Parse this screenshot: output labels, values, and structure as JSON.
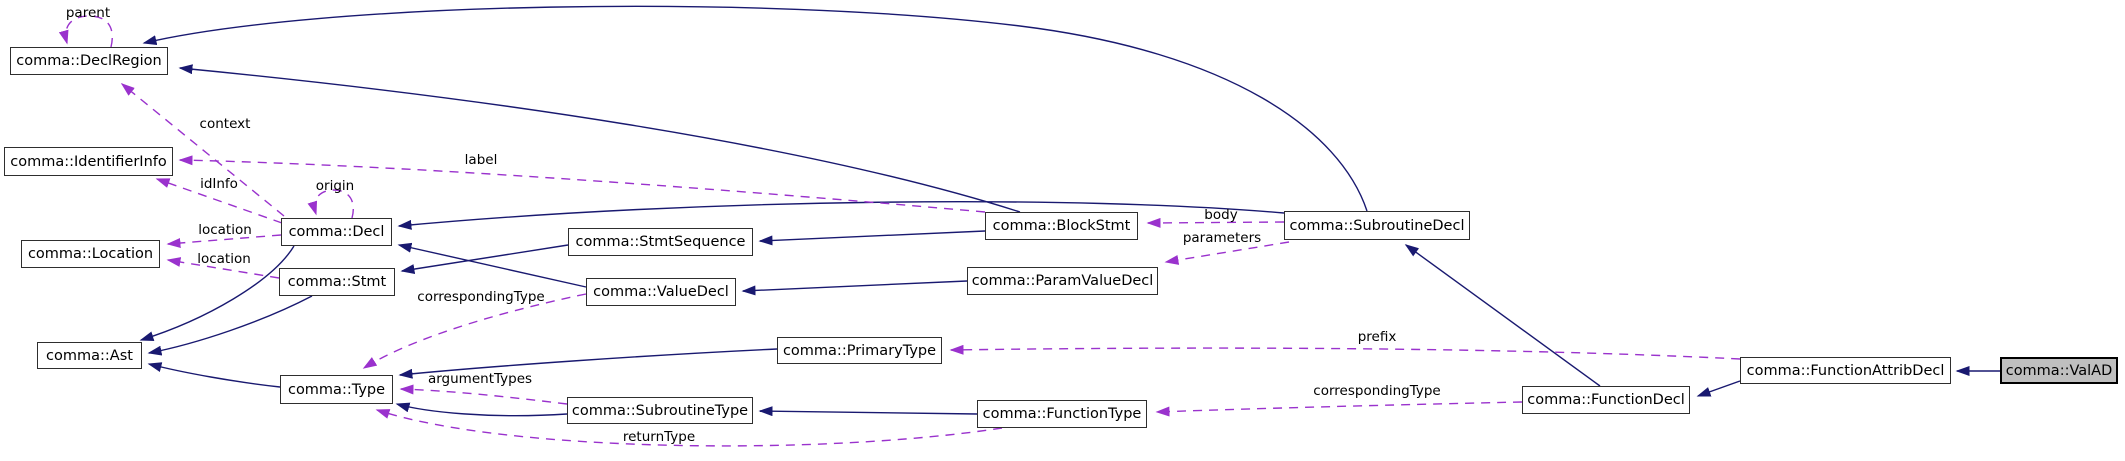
{
  "diagram": {
    "type": "doxygen-collaboration-graph",
    "highlighted_node": "comma::ValAD",
    "colors": {
      "background": "#ffffff",
      "inheritance_edge": "#191970",
      "usage_edge": "#9a32cd",
      "node_border": "#2e2e2e",
      "node_fill": "#ffffff",
      "highlight_fill": "#bfbfbf",
      "text": "#000000"
    },
    "nodes": [
      {
        "id": "declregion",
        "label": "comma::DeclRegion"
      },
      {
        "id": "identifierinfo",
        "label": "comma::IdentifierInfo"
      },
      {
        "id": "location",
        "label": "comma::Location"
      },
      {
        "id": "ast",
        "label": "comma::Ast"
      },
      {
        "id": "decl",
        "label": "comma::Decl"
      },
      {
        "id": "stmt",
        "label": "comma::Stmt"
      },
      {
        "id": "stmtsequence",
        "label": "comma::StmtSequence"
      },
      {
        "id": "valuedecl",
        "label": "comma::ValueDecl"
      },
      {
        "id": "type",
        "label": "comma::Type"
      },
      {
        "id": "primarytype",
        "label": "comma::PrimaryType"
      },
      {
        "id": "subroutinetype",
        "label": "comma::SubroutineType"
      },
      {
        "id": "functiontype",
        "label": "comma::FunctionType"
      },
      {
        "id": "blockstmt",
        "label": "comma::BlockStmt"
      },
      {
        "id": "paramvaluedecl",
        "label": "comma::ParamValueDecl"
      },
      {
        "id": "subroutinedecl",
        "label": "comma::SubroutineDecl"
      },
      {
        "id": "functiondecl",
        "label": "comma::FunctionDecl"
      },
      {
        "id": "functionattribdecl",
        "label": "comma::FunctionAttribDecl"
      },
      {
        "id": "valad",
        "label": "comma::ValAD"
      }
    ],
    "edge_labels": [
      "parent",
      "context",
      "idInfo",
      "origin",
      "label",
      "location",
      "location",
      "correspondingType",
      "body",
      "parameters",
      "argumentTypes",
      "returnType",
      "prefix",
      "correspondingType"
    ],
    "edges": {
      "inheritance": [
        {
          "from": "comma::ValAD",
          "to": "comma::FunctionAttribDecl"
        },
        {
          "from": "comma::FunctionAttribDecl",
          "to": "comma::FunctionDecl"
        },
        {
          "from": "comma::FunctionDecl",
          "to": "comma::SubroutineDecl"
        },
        {
          "from": "comma::SubroutineDecl",
          "to": "comma::DeclRegion"
        },
        {
          "from": "comma::SubroutineDecl",
          "to": "comma::Decl"
        },
        {
          "from": "comma::BlockStmt",
          "to": "comma::DeclRegion"
        },
        {
          "from": "comma::BlockStmt",
          "to": "comma::StmtSequence"
        },
        {
          "from": "comma::StmtSequence",
          "to": "comma::Stmt"
        },
        {
          "from": "comma::ValueDecl",
          "to": "comma::Decl"
        },
        {
          "from": "comma::ParamValueDecl",
          "to": "comma::ValueDecl"
        },
        {
          "from": "comma::Decl",
          "to": "comma::Ast"
        },
        {
          "from": "comma::Stmt",
          "to": "comma::Ast"
        },
        {
          "from": "comma::Type",
          "to": "comma::Ast"
        },
        {
          "from": "comma::PrimaryType",
          "to": "comma::Type"
        },
        {
          "from": "comma::SubroutineType",
          "to": "comma::Type"
        },
        {
          "from": "comma::FunctionType",
          "to": "comma::SubroutineType"
        }
      ],
      "usage": [
        {
          "from": "comma::DeclRegion",
          "to": "comma::DeclRegion",
          "label": "parent"
        },
        {
          "from": "comma::Decl",
          "to": "comma::DeclRegion",
          "label": "context"
        },
        {
          "from": "comma::Decl",
          "to": "comma::IdentifierInfo",
          "label": "idInfo"
        },
        {
          "from": "comma::Decl",
          "to": "comma::Decl",
          "label": "origin"
        },
        {
          "from": "comma::BlockStmt",
          "to": "comma::IdentifierInfo",
          "label": "label"
        },
        {
          "from": "comma::Decl",
          "to": "comma::Location",
          "label": "location"
        },
        {
          "from": "comma::Stmt",
          "to": "comma::Location",
          "label": "location"
        },
        {
          "from": "comma::ValueDecl",
          "to": "comma::Type",
          "label": "correspondingType"
        },
        {
          "from": "comma::SubroutineDecl",
          "to": "comma::BlockStmt",
          "label": "body"
        },
        {
          "from": "comma::SubroutineDecl",
          "to": "comma::ParamValueDecl",
          "label": "parameters"
        },
        {
          "from": "comma::SubroutineType",
          "to": "comma::Type",
          "label": "argumentTypes"
        },
        {
          "from": "comma::FunctionType",
          "to": "comma::Type",
          "label": "returnType"
        },
        {
          "from": "comma::FunctionAttribDecl",
          "to": "comma::PrimaryType",
          "label": "prefix"
        },
        {
          "from": "comma::FunctionDecl",
          "to": "comma::FunctionType",
          "label": "correspondingType"
        }
      ]
    }
  }
}
